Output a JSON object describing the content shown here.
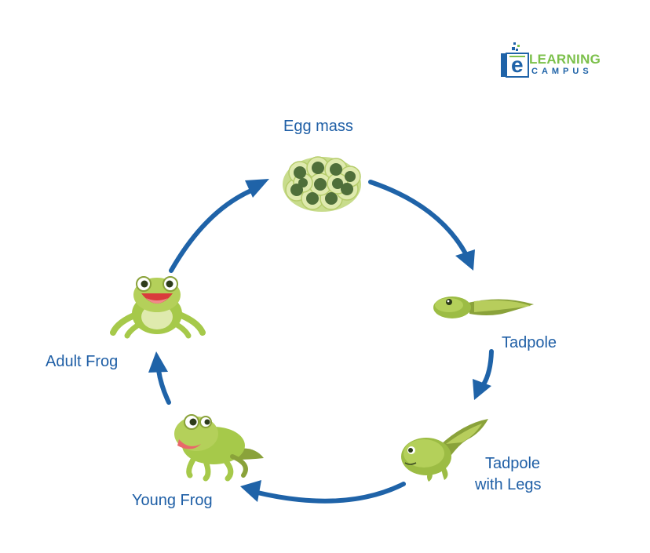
{
  "logo": {
    "letter": "e",
    "line1": "LEARNING",
    "line2": "CAMPUS"
  },
  "stages": {
    "egg_mass": "Egg mass",
    "tadpole": "Tadpole",
    "tadpole_legs_line1": "Tadpole",
    "tadpole_legs_line2": "with Legs",
    "young_frog": "Young Frog",
    "adult_frog": "Adult Frog"
  },
  "colors": {
    "arrow": "#1f63a8",
    "label": "#1f5fa6",
    "frog_green": "#a6c94a",
    "logo_green": "#7cc04b",
    "logo_blue": "#1f63a8"
  }
}
